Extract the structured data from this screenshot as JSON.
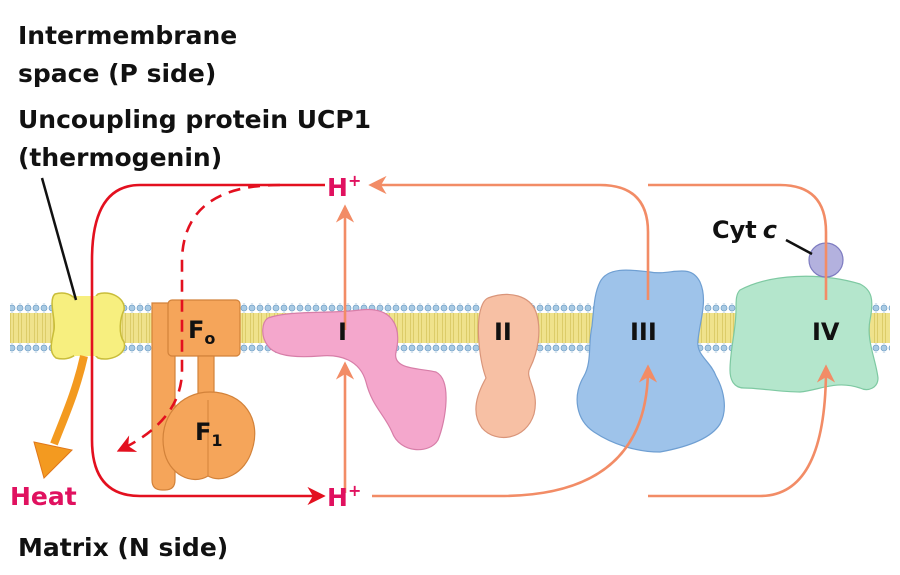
{
  "labels": {
    "intermembrane_line1": "Intermembrane",
    "intermembrane_line2": "space (P side)",
    "ucp1_line1": "Uncoupling protein UCP1",
    "ucp1_line2": "(thermogenin)",
    "matrix": "Matrix (N side)",
    "heat": "Heat",
    "cyt_c": "Cyt",
    "cyt_c_italic": "c",
    "h_ion": "H",
    "h_charge": "+",
    "fo_base": "F",
    "fo_sub": "o",
    "f1_base": "F",
    "f1_sub": "1",
    "complex_1": "I",
    "complex_2": "II",
    "complex_3": "III",
    "complex_4": "IV"
  },
  "colors": {
    "ucp1": "#f7ef7f",
    "atp_synthase": "#f5a55a",
    "complex_1": "#f4a7cc",
    "complex_2": "#f7c0a4",
    "complex_3": "#9ec3ea",
    "complex_4": "#b4e6cc",
    "cyt_c": "#b3b1de",
    "membrane_core": "#efe28c",
    "membrane_heads": "#a9cbe4",
    "red_arrow": "#e3101f",
    "orange_arrow": "#f28c66",
    "heat_arrow": "#f39a20",
    "heat_text": "#e0115f"
  }
}
